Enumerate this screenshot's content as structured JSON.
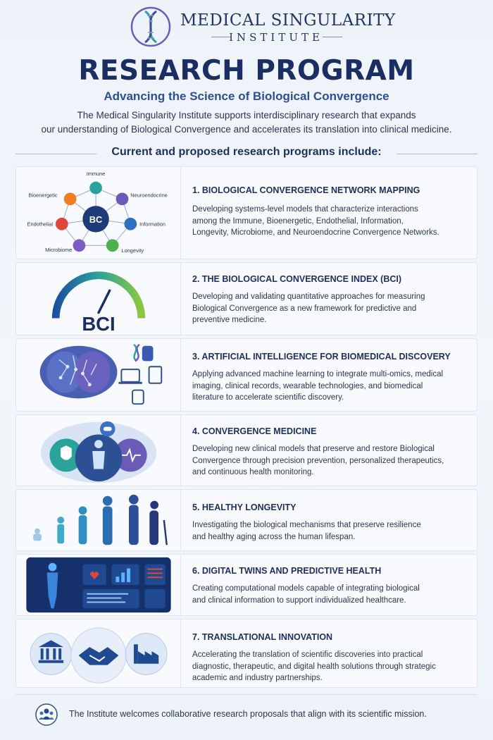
{
  "header": {
    "org_name": "MEDICAL SINGULARITY",
    "org_sub": "INSTITUTE",
    "title": "RESEARCH PROGRAM",
    "subtitle": "Advancing the Science of Biological Convergence",
    "intro_line1": "The Medical Singularity Institute supports interdisciplinary research that expands",
    "intro_line2": "our understanding of Biological Convergence and accelerates its translation into clinical medicine.",
    "section_heading": "Current and proposed research programs include:"
  },
  "network": {
    "center": "BC",
    "nodes": [
      "Immune",
      "Neuroendocrine",
      "Information",
      "Longevity",
      "Microbiome",
      "Endothelial",
      "Bioenergetic"
    ]
  },
  "bci_label": "BCI",
  "programs": [
    {
      "title": "1. BIOLOGICAL CONVERGENCE NETWORK MAPPING",
      "lines": [
        "Developing systems-level models that characterize interactions",
        "among the Immune, Bioenergetic, Endothelial, Information,",
        "Longevity, Microbiome, and Neuroendocrine Convergence Networks."
      ]
    },
    {
      "title": "2. THE BIOLOGICAL CONVERGENCE INDEX (BCI)",
      "lines": [
        "Developing and validating quantitative approaches for measuring",
        "Biological Convergence as a new framework for predictive and",
        "preventive medicine."
      ]
    },
    {
      "title": "3. ARTIFICIAL INTELLIGENCE FOR BIOMEDICAL DISCOVERY",
      "lines": [
        "Applying advanced machine learning to integrate multi-omics, medical",
        "imaging, clinical records, wearable technologies, and biomedical",
        "literature to accelerate scientific discovery."
      ]
    },
    {
      "title": "4. CONVERGENCE MEDICINE",
      "lines": [
        "Developing new clinical models that preserve and restore Biological",
        "Convergence through precision prevention, personalized therapeutics,",
        "and continuous health monitoring."
      ]
    },
    {
      "title": "5. HEALTHY LONGEVITY",
      "lines": [
        "Investigating the biological mechanisms that preserve resilience",
        "and healthy aging across the human lifespan."
      ]
    },
    {
      "title": "6. DIGITAL TWINS AND PREDICTIVE HEALTH",
      "lines": [
        "Creating computational models capable of integrating biological",
        "and clinical information to support individualized healthcare."
      ]
    },
    {
      "title": "7. TRANSLATIONAL INNOVATION",
      "lines": [
        "Accelerating the translation of scientific discoveries into practical",
        "diagnostic, therapeutic, and digital health solutions through strategic",
        "academic and industry partnerships."
      ]
    }
  ],
  "footer": {
    "text": "The Institute welcomes collaborative research proposals that align with its scientific mission."
  },
  "colors": {
    "navy": "#1b2e63",
    "accent_blue": "#2d4f93",
    "teal": "#2aa39a",
    "purple": "#6b5bb8",
    "green": "#4caf50",
    "orange": "#ef7d22",
    "red": "#e0463c"
  }
}
